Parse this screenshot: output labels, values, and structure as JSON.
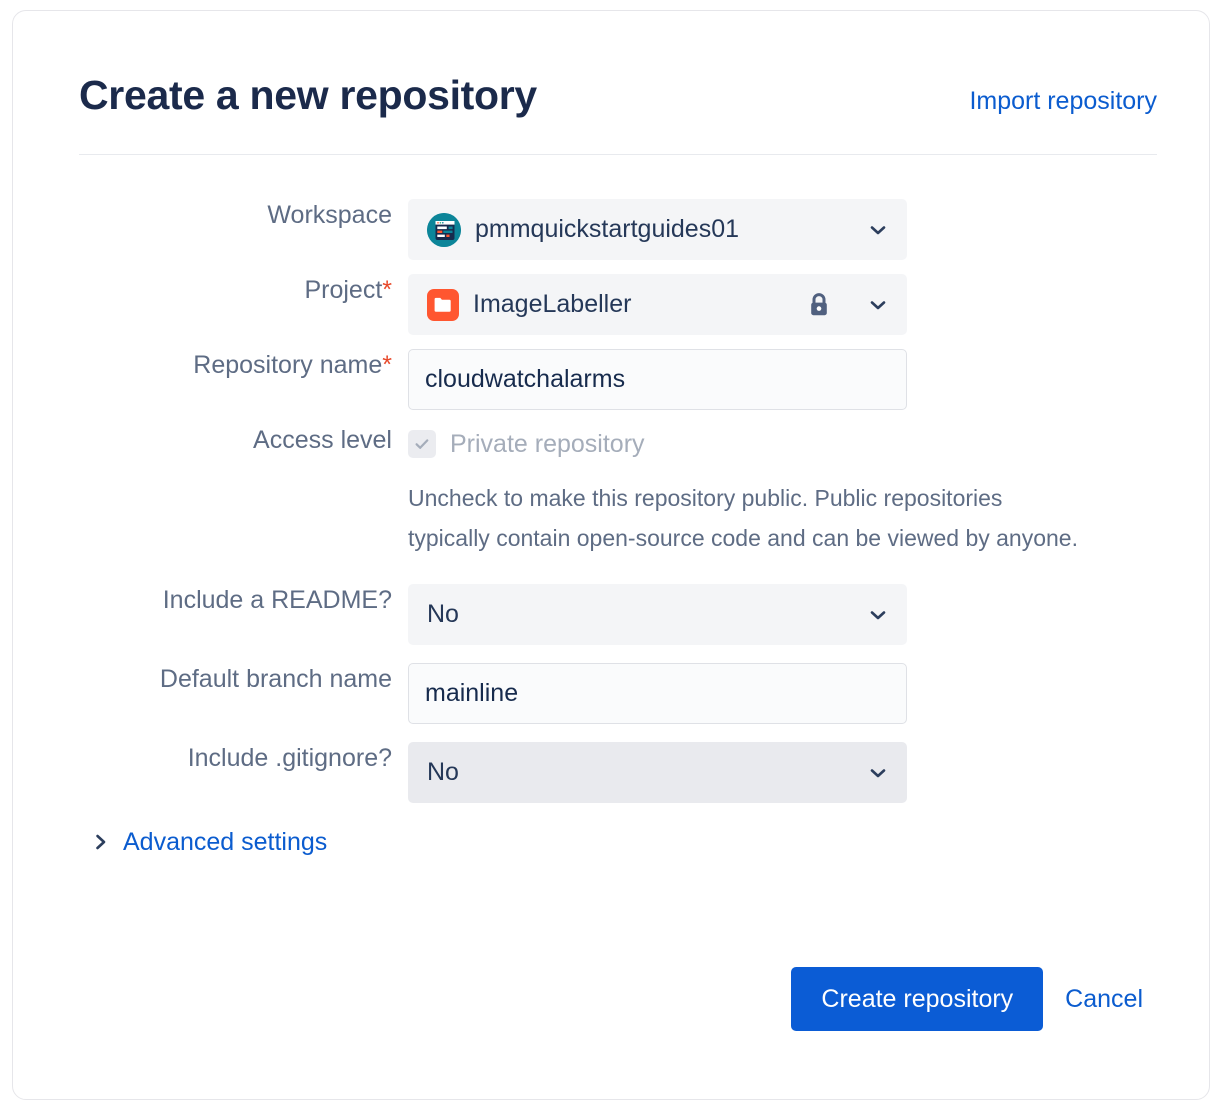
{
  "header": {
    "title": "Create a new repository",
    "import_link": "Import repository",
    "title_color": "#1b2a4b",
    "link_color": "#0b5ccf"
  },
  "form": {
    "workspace": {
      "label": "Workspace",
      "value": "pmmquickstartguides01",
      "avatar_icon": "workspace-avatar-icon",
      "chevron_icon": "chevron-down-icon"
    },
    "project": {
      "label": "Project",
      "required_marker": "*",
      "value": "ImageLabeller",
      "avatar_icon": "folder-icon",
      "avatar_color": "#ff5630",
      "lock_icon": "lock-icon",
      "chevron_icon": "chevron-down-icon"
    },
    "repository_name": {
      "label": "Repository name",
      "required_marker": "*",
      "value": "cloudwatchalarms",
      "placeholder": ""
    },
    "access_level": {
      "label": "Access level",
      "checkbox_label": "Private repository",
      "checked": true,
      "disabled": true,
      "help_text": "Uncheck to make this repository public. Public repositories typically contain open-source code and can be viewed by anyone."
    },
    "include_readme": {
      "label": "Include a README?",
      "value": "No",
      "chevron_icon": "chevron-down-icon"
    },
    "default_branch_name": {
      "label": "Default branch name",
      "value": "mainline",
      "placeholder": ""
    },
    "include_gitignore": {
      "label": "Include .gitignore?",
      "value": "No",
      "chevron_icon": "chevron-down-icon"
    },
    "advanced_settings": {
      "label": "Advanced settings",
      "caret_icon": "chevron-right-icon",
      "expanded": false
    }
  },
  "footer": {
    "create_label": "Create repository",
    "cancel_label": "Cancel",
    "primary_color": "#0b5cd5"
  }
}
